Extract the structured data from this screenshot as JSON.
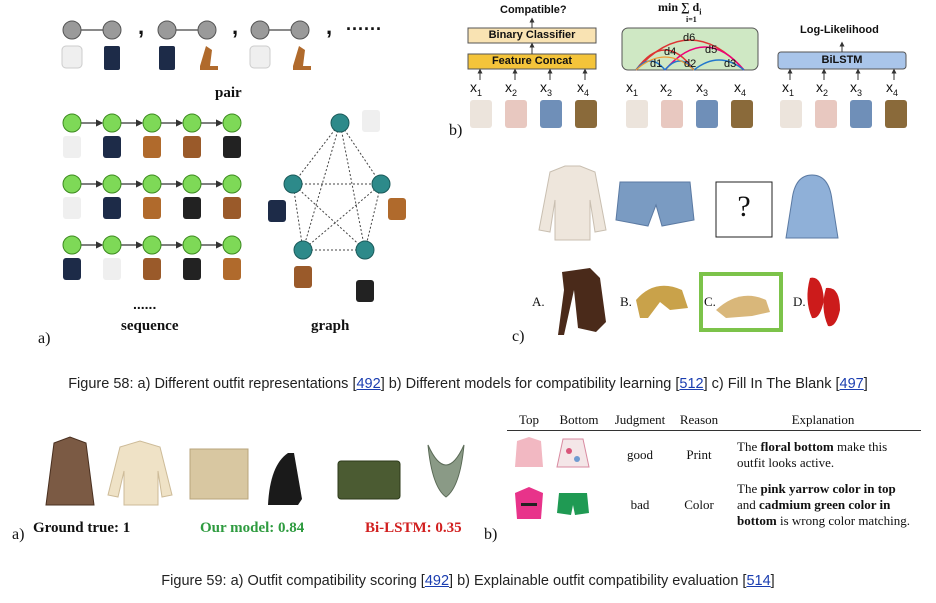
{
  "fig58": {
    "a": {
      "letter": "a)",
      "pair_label": "pair",
      "sequence_label": "sequence",
      "graph_label": "graph",
      "comma": ",",
      "ellipsis": "......",
      "dots_small": "......"
    },
    "b": {
      "letter": "b)",
      "compatible_q": "Compatible?",
      "binary_classifier": "Binary Classifier",
      "feature_concat": "Feature Concat",
      "min_sum": "min ∑ d",
      "min_sub": "i=1",
      "min_dsub": "i",
      "log_likelihood": "Log-Likelihood",
      "bilstm": "BiLSTM",
      "x_labels": [
        "x1",
        "x2",
        "x3",
        "x4"
      ],
      "d_labels": [
        "d6",
        "d4",
        "d5",
        "d1",
        "d2",
        "d3"
      ]
    },
    "c": {
      "letter": "c)",
      "question": "?",
      "options": [
        "A.",
        "B.",
        "C.",
        "D."
      ]
    },
    "caption_prefix": "Figure 58: a) Different outfit representations [",
    "cite1": "492",
    "caption_mid1": "] b) Different models for compatibility learning [",
    "cite2": "512",
    "caption_mid2": "] c) Fill In The Blank [",
    "cite3": "497",
    "caption_end": "]"
  },
  "fig59": {
    "a": {
      "letter": "a)",
      "ground_true": "Ground true: 1",
      "our_model": "Our model: 0.84",
      "bilstm": "Bi-LSTM: 0.35",
      "colors": {
        "ground": "#111111",
        "ours": "#2e9b3f",
        "bilstm": "#d11f1f"
      }
    },
    "b": {
      "letter": "b)",
      "headers": [
        "Top",
        "Bottom",
        "Judgment",
        "Reason",
        "Explanation"
      ],
      "rows": [
        {
          "judgment": "good",
          "reason": "Print",
          "expl_1": "The ",
          "expl_b1": "floral bottom",
          "expl_2": " make this outfit looks active."
        },
        {
          "judgment": "bad",
          "reason": "Color",
          "expl_1": "The ",
          "expl_b1": "pink yarrow color in top",
          "expl_2": " and ",
          "expl_b2": "cadmium green color in bottom",
          "expl_3": " is wrong color matching."
        }
      ]
    },
    "caption_prefix": "Figure 59: a) Outfit compatibility scoring [",
    "cite1": "492",
    "caption_mid1": "] b) Explainable outfit compatibility evaluation [",
    "cite2": "514",
    "caption_end": "]"
  }
}
